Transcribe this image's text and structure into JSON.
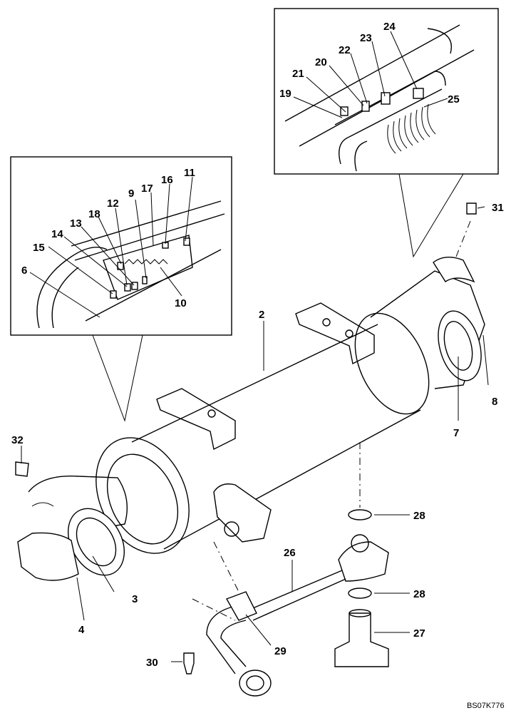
{
  "drawing_code": "BS07K776",
  "callouts": {
    "n2": "2",
    "n3": "3",
    "n4": "4",
    "n6": "6",
    "n7": "7",
    "n8": "8",
    "n9": "9",
    "n10": "10",
    "n11": "11",
    "n12": "12",
    "n13": "13",
    "n14": "14",
    "n15": "15",
    "n16": "16",
    "n17": "17",
    "n18": "18",
    "n19": "19",
    "n20": "20",
    "n21": "21",
    "n22": "22",
    "n23": "23",
    "n24": "24",
    "n25": "25",
    "n26": "26",
    "n27": "27",
    "n28a": "28",
    "n28b": "28",
    "n29": "29",
    "n30": "30",
    "n31": "31",
    "n32": "32"
  }
}
